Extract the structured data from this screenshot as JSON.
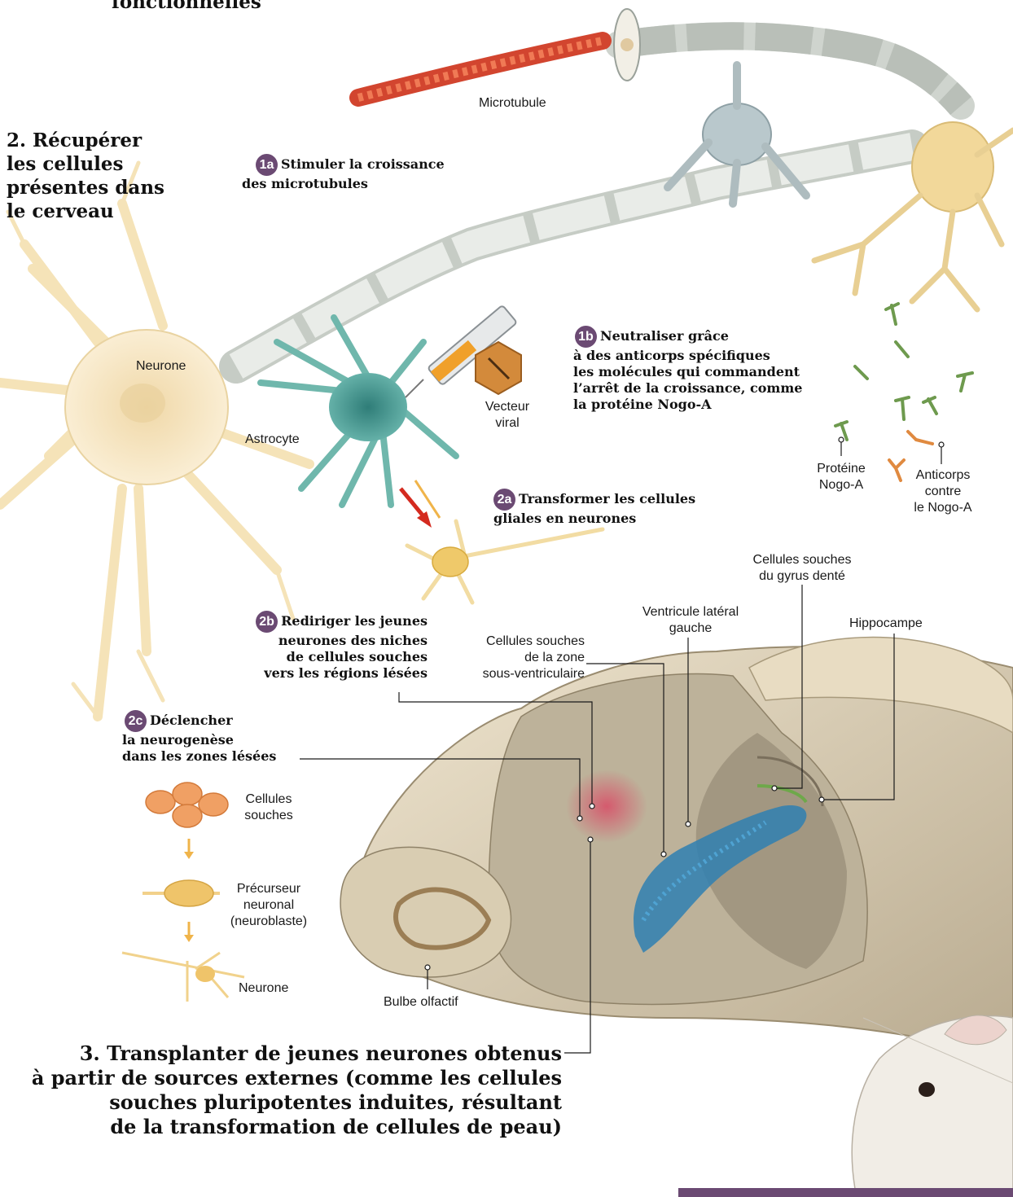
{
  "header_fragment": "fonctionnelles",
  "section2": {
    "title_lines": [
      "2. Récupérer",
      "les cellules",
      "présentes dans",
      "le cerveau"
    ]
  },
  "steps": {
    "s1a": {
      "badge": "1a",
      "lines": [
        "Stimuler la croissance",
        "des microtubules"
      ]
    },
    "s1b": {
      "badge": "1b",
      "lines": [
        "Neutraliser grâce",
        "à des anticorps spécifiques",
        "les molécules qui commandent",
        "l’arrêt de la croissance, comme",
        "la protéine Nogo-A"
      ]
    },
    "s2a": {
      "badge": "2a",
      "lines": [
        "Transformer les cellules",
        "gliales en neurones"
      ]
    },
    "s2b": {
      "badge": "2b",
      "lines": [
        "Rediriger les jeunes",
        "neurones des niches",
        "de cellules souches",
        "vers les régions lésées"
      ]
    },
    "s2c": {
      "badge": "2c",
      "lines": [
        "Déclencher",
        "la neurogenèse",
        "dans les zones lésées"
      ]
    }
  },
  "labels": {
    "microtubule": "Microtubule",
    "neurone": "Neurone",
    "astrocyte": "Astrocyte",
    "vecteur": [
      "Vecteur",
      "viral"
    ],
    "proteine": [
      "Protéine",
      "Nogo-A"
    ],
    "anticorps": [
      "Anticorps",
      "contre",
      "le Nogo-A"
    ],
    "cellules_souches": [
      "Cellules",
      "souches"
    ],
    "precurseur": [
      "Précurseur",
      "neuronal",
      "(neuroblaste)"
    ],
    "neurone_small": "Neurone",
    "bulbe": "Bulbe olfactif",
    "cs_svz": [
      "Cellules souches",
      "de la zone",
      "sous-ventriculaire"
    ],
    "ventricule": [
      "Ventricule latéral",
      "gauche"
    ],
    "cs_gyrus": [
      "Cellules souches",
      "du gyrus denté"
    ],
    "hippocampe": "Hippocampe"
  },
  "section3": {
    "lines": [
      "3. Transplanter de jeunes neurones obtenus",
      "à partir de sources externes (comme les cellules",
      "souches pluripotentes induites, résultant",
      "de la transformation de cellules de peau)"
    ]
  },
  "colors": {
    "badge": "#6b4a73",
    "neuron": "#f3dfae",
    "astrocyte": "#3f8f88",
    "myelin": "#dfe3df",
    "ventricle": "#2f7fb2",
    "lesion": "#d64a63",
    "brain": "#d8ccb4",
    "antibody": "#e0a060",
    "nogo": "#6e9a4e"
  }
}
